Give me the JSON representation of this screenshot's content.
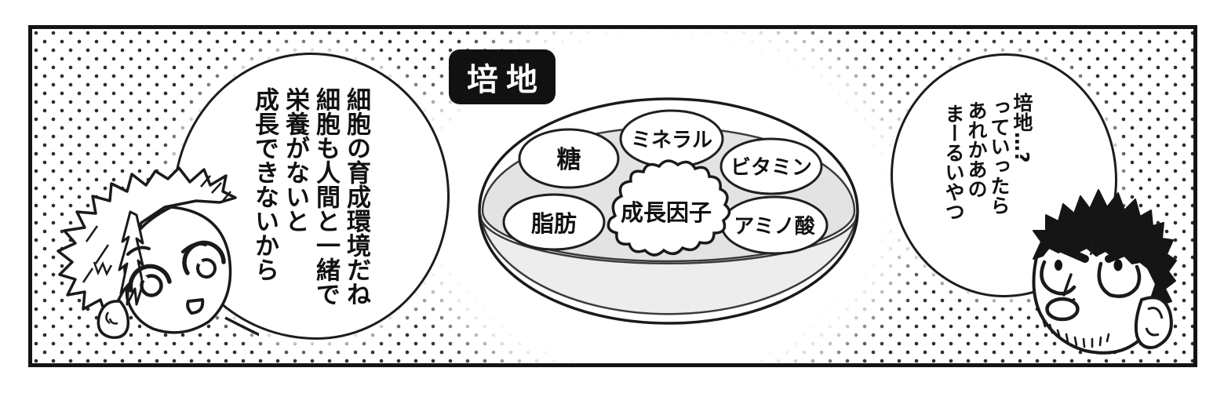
{
  "panel": {
    "title_label": "培地",
    "left_bubble": {
      "lines": [
        "細胞の育成環境だね",
        "細胞も人間と一緒で",
        "栄養がないと",
        "成長できないから"
      ]
    },
    "right_bubble": {
      "lines": [
        "培地…?",
        "っていったら",
        "あれかあの",
        "まーるいやつ"
      ]
    },
    "petri_dish": {
      "components": [
        "糖",
        "ミネラル",
        "ビタミン",
        "脂肪",
        "アミノ酸"
      ],
      "center_component": "成長因子"
    },
    "colors": {
      "ink": "#1a1a1a",
      "medium_surface": "#e3e3e3",
      "dish_wall": "#ededed",
      "badge_bg": "#111111",
      "badge_text": "#ffffff",
      "halftone_dot": "#2d2d2d"
    }
  }
}
